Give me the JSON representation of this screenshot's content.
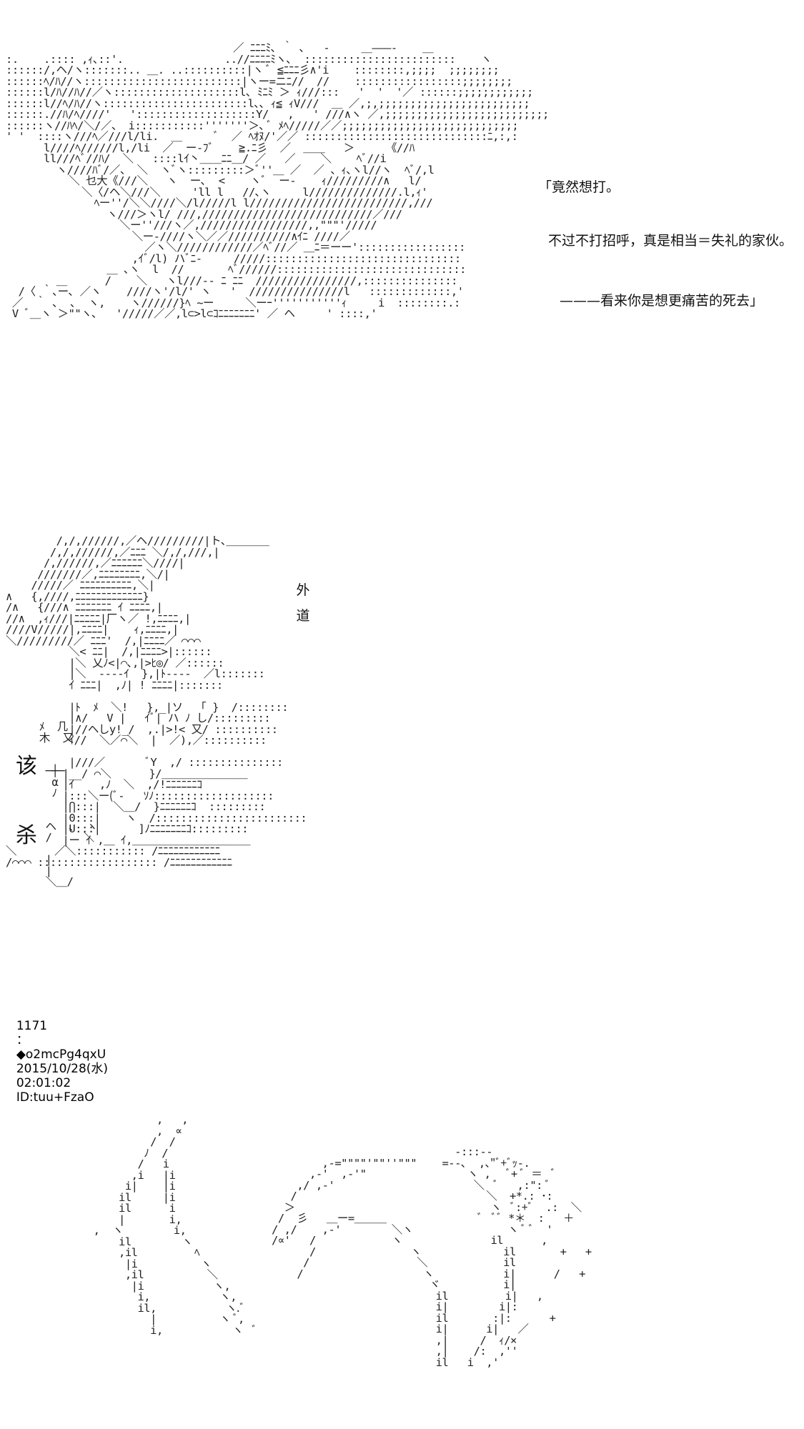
{
  "dialogue": {
    "line1": "「竟然想打。",
    "line2": "不过不打招呼，真是相当＝失礼的家伙。",
    "line3": "———看来你是想更痛苦的死去」"
  },
  "panel2": {
    "vertical_text": [
      "外",
      "道"
    ],
    "left_text": [
      "该",
      "杀"
    ]
  },
  "post": {
    "number": "1171",
    "separator": "：",
    "name": "◆o2mcPg4qxU",
    "date": "2015/10/28(水)",
    "time": "02:01:02",
    "id": "ID:tuu+FzaO"
  },
  "ascii_art": {
    "panel1": "                                    ／ ﾆﾆﾆﾐ､ ｀ ､   -     ＿―――-    ＿\n:.    .:::: ,ｨ､::'.                ..//ﾆﾆﾆﾆﾐヽ､  ::::::::::::::::::::::::    ヽ\n::::::/,ヘ/ヽ:::::::.. ＿. ..::::::::::|ヽ ﾞ ≦ﾆﾆﾆ彡∧'i    ::::::::,;;;;  ;;;;;;;;\n::::::ﾍ/ﾊ//ヽ:::::::::::::::::::::::::|ヽー=ニﾆ//  //    :::::::::::::::::;;;;;;;;\n::::::l/ﾊ//ﾊ//／ヽ::::::::::::::::::::l､ ﾐﾆﾐ ＞ ｨ///:::   '  '  '／ ::::::;;;;;;;;;;;;\n::::::l//ﾍ/ﾊ//ヽ:::::::::::::::::::::::l､､ ｨ≦ ｨV///  ＿ ／,;,;;;;;;;;;;;;;;;;;;;;;;;;\n::::::.//ﾊ/ﾍ////'   ':::::::::::::::::::Y/   ,   ' ///∧ヽ ／,;;;;;;;;;;;;;;;;;;;;;;;;;;\n::::::ヽ//ﾊﾍ/＼/／、 i:::::::::::'''''''＞､ ﾞ ﾒﾍ/////／／;;;;;;;;;;;;;;;;;;;;;;;;;;;;\n' '  ::::ヽ///ﾍ／///l/li.  ＿     ﾞ  ／ ﾍｵﾇ/'／／ :::::::::::::::::::::::::::::ﾆ,:,:\n      l////ﾍ//////l,/li  ／  ー‐ﾌﾞ    ≧.ﾆ彡  ／  ＿＿   ＞     《//ﾊ\n      ll///ﾍﾞ//ﾊ/  ＼   ::::lｲ丶＿＿ﾆﾆ＿/ ／   ／    ＼    ﾍﾞ//i\n        ヽ////ﾊﾞ/／、 ＼  ヽﾞヽ:::::::::＞ﾞ''＿ ／  ／ 、ｨ､ヽl//ヽ  ﾍﾞ/,l\n          ＼ 乜大《///＼   ヽ  ー､  <    ヽﾞ  ー‐    ｨ/////////∧   l/\n            ＼〈/ヘ＼///＼     'll l   //､ヽ     l//////////////.l,ｨ'\n              ﾍー''/＼＼////＼/l/////l l/////////////////////////,///\n                ヽ///＞ヽl/ ///,///////////////////////////／///\n                  ＼ー''///ヽ／,/////////////////,,\"\"\"'/////\n                    ＼ー-////ヽ＼／／//////////∧ｲﾆ ////／\n                      ／ヽ＼////////////／ﾍﾞ//／ ＿ﾆ＝ーー':::::::::::::::::\n                    ,ｲﾞ/l) ハﾞﾆ‐     /////:::::::::::::::::::::::::::::::\n                ＿ ､ヽ  l  //       ﾍﾞ//////::::::::::::::::::::::::::::::\n        ＿      /    ＼   ヽl///-- ﾆ ﾆﾆ  ////////////////,:::::::::::::::\n  /〈 ｀､ー､ ／ヽ    ////ヽ'/l/' ヽ   '  ///////////////l   :::::::::::::,'\n ／  ｀ ､  ､  ヽ,    ヽ//////}ﾍ ~ー     ＼ーｰ'''''''''''ｨ     i  ::::::::.:\n V ﾞ＿ヽ ＞\"\"ヽ､   '/////／／,l⊂>l⊂ｺﾆﾆﾆﾆﾆﾆﾆ' ／ ヘ     ' ::::,'",
    "panel2": "        /,/,//////,／ヘ/////////|ト､＿＿＿＿\n       /,/,//////,／ﾆﾆﾆ ＼/,/,///,|\n      /,//////,／ﾆﾆﾆﾆﾆﾆ＼////|\n     ///////／,ﾆﾆﾆﾆﾆﾆﾆﾆ,＼/|\n    /////／ ﾆﾆﾆﾆﾆﾆﾆﾆﾆﾆ,＼|\n∧   {,////,ﾆﾆﾆﾆﾆﾆﾆﾆﾆﾆﾆﾆﾆ}\n/∧   {///∧ ﾆﾆﾆﾆﾆﾆﾆ ｲ ﾆﾆﾆﾆ,|\n//∧  ,ｨ///|ﾆﾆﾆﾆﾆ|厂ヽ／ !,ﾆﾆﾆﾆ,|\n////V/////|,ﾆﾆﾆﾆ|    ｨ,ﾆﾆﾆﾆ,|\n＼/////////／ ﾆﾆﾆ'  /,|ﾆﾆﾆﾆ／ ⌒⌒⌒\n          ＼< ﾆﾆ|  /,|ﾆﾆﾆﾆ>|::::::\n          |＼ 乂ﾉ<|⌒､,|>ﾋ◎/ ／::::::\n          |＼  ----ｲ  },|ﾄ----  ／l:::::::\n          ｲ ﾆﾆﾆ|  ,ﾉ| ! ﾆﾆﾆﾆ|:::::::\n\n          |ﾄ  ﾒ  ＼!   },_|ソ  「 }  /::::::::\n          |∧/   V |   ｲﾞ| ハ ﾉ し/:::::::::\n          |//ヘしy!_/  ,.|>!< 又/ ::::::::::\n          ｲ//  ＼／⌒＼  |  ／),／::::::::::\n\n          |///／       ﾞY  ,/ :::::::::::::::\n         |__/ ⌒＼      }/＿＿＿＿＿＿＿＿\n         |ｲ    ,ﾉ  ＼  ,/!ﾆﾆﾆﾆﾆﾆｺ\n         |:::＼ー(ﾞ-   ｿﾉ:::::::::::::::::::\n         |⋂:::|  ＼＿/  }ﾆﾆﾆﾆﾆﾆｺ  :::::::::\n         |0:::|    ヽ  /::::::::::::::::::::::::\n         |U:::|      ]ﾉﾆﾆﾆﾆﾆﾆﾆｺ:::::::::\n         |ー ｲ ,＿ ｲ,＿＿＿＿＿＿＿＿＿＿＿\n＼      ／＼::::::::::: /ﾆﾆﾆﾆﾆﾆﾆﾆﾆﾆﾆﾆ\n/⌒⌒⌒ ::::::::::::::::::: /ﾆﾆﾆﾆﾆﾆﾆﾆﾆﾆﾆﾆ",
    "panel2_side": " ﾒ  几\n 木  又\n\n\n  ─┼─\n   α\n   ﾉ\n\n\n  ヘ  ､  ヽ\n  /     ＼\n\n  |\n  |\n  ＼＿/",
    "panel3": "                  ,   ,\n                  ,  ∝\n                 /  /\n                ﾉ  /\n               /   i\n              ,i   |i\n             i|    |i\n            il     |i\n            il      i\n            |       i,\n        ,  ヽ        i,\n            il        ヽ\n            ,il         ﾍ\n             |i          ヽ\n             ,il          ＼\n              |i           ヽ,\n               i,           ヽ,\n               il,           ヽ.ﾞ\n                 |          ヽ ﾞ,\n                 i,           ヽ  ﾞ",
    "panel3_right": "                             -:::--\n        ,-=\"\"\"\"'\"\"''\"\"\"    =--､  ,､\"ﾞ+ﾞｯ-.\n      ,-'  ,-'\"                ヽ ,   ﾞ+ ﾞ ＝  ﾞ\n    ,/ ,-'                      ＼  ﾞ   ,:\": ﾞ\n   /                              ＼  +*.: ･:\n  ＞                               ヽ  ﾞ:+ﾞ  .:  ＼\n /  彡   ＿ー=＿＿＿               ﾞ  ﾞﾞ *＊  :   ＋\n/ ,/    ,-'        ＼ヽ               ヽ ﾞ ﾞ  '\n/∝'   /            ヽ              il      ,\n      /               ヽ             il       +   +\n     /                 ＼            il\n    /                   ヽ           i|      /   +\n                         ヾ          i|\n                          il         i|   ,\n                          i|        i|:\n                          il       :|:      +\n                          i|      i|   ／\n                          ,|     /  ｨ/×\n                          ,|    /:  ,''\n                          il   i  ,'"
  }
}
